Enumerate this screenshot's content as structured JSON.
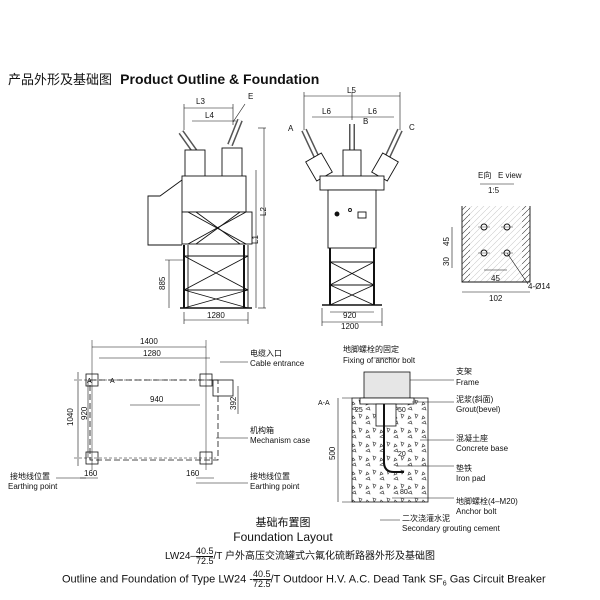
{
  "header": {
    "title_cn": "产品外形及基础图",
    "title_en": "Product Outline & Foundation"
  },
  "side_view": {
    "dims": {
      "L3": "L3",
      "E": "E",
      "L4": "L4",
      "L2": "L2",
      "L1": "L1",
      "h885": "885",
      "w1280": "1280"
    }
  },
  "front_view": {
    "dims": {
      "L5": "L5",
      "L6a": "L6",
      "L6b": "L6",
      "A": "A",
      "B": "B",
      "C": "C",
      "w920": "920",
      "w1200": "1200"
    }
  },
  "e_view": {
    "title_cn": "E向",
    "title_en": "E view",
    "scale": "1:5",
    "dims": {
      "h45": "45",
      "h30": "30",
      "w45": "45",
      "w102": "102",
      "holes": "4-Ø14"
    }
  },
  "foundation_plan": {
    "dims": {
      "w1400": "1400",
      "w1280": "1280",
      "w940": "940",
      "h1040": "1040",
      "h920": "920",
      "h392": "392",
      "w160a": "160",
      "w160b": "160"
    },
    "section_marks": {
      "a1": "A",
      "a2": "A"
    },
    "labels": {
      "cable_cn": "电缆入口",
      "cable_en": "Cable entrance",
      "mech_cn": "机构箱",
      "mech_en": "Mechanism case",
      "earth1_cn": "接地线位置",
      "earth1_en": "Earthing point",
      "earth2_cn": "接地线位置",
      "earth2_en": "Earthing point"
    }
  },
  "anchor_section": {
    "title_cn": "地脚螺栓的固定",
    "title_en": "Fixing of anchor bolt",
    "section_mark": "A-A",
    "dims": {
      "d25": "25",
      "d50": "50",
      "d20": "20",
      "d80": "80",
      "d500": "500"
    },
    "labels": {
      "frame_cn": "支架",
      "frame_en": "Frame",
      "grout_cn": "泥浆(斜面)",
      "grout_en": "Grout(bevel)",
      "concrete_cn": "混凝土座",
      "concrete_en": "Concrete base",
      "iron_cn": "垫铁",
      "iron_en": "Iron pad",
      "anchor_cn": "地脚螺栓(4–M20)",
      "anchor_en": "Anchor bolt",
      "secondary_cn": "二次浇灌水泥",
      "secondary_en": "Secondary grouting cement"
    }
  },
  "foundation_title": {
    "cn": "基础布置图",
    "en": "Foundation Layout"
  },
  "caption": {
    "cn_prefix": "LW24–",
    "frac_num": "40.5",
    "frac_den": "72.5",
    "cn_suffix": "/T 户外高压交流罐式六氟化硫断路器外形及基础图",
    "en_prefix": "Outline and Foundation of Type LW24 -",
    "en_suffix": "/T Outdoor H.V. A.C. Dead Tank SF",
    "en_sub": "6",
    "en_end": " Gas Circuit Breaker"
  }
}
